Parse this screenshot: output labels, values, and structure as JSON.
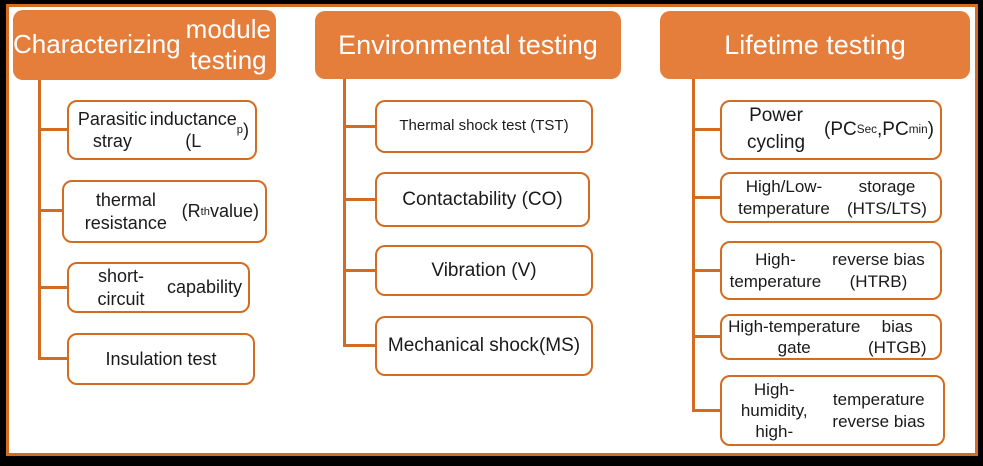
{
  "diagram": {
    "colors": {
      "accent_fill": "#E57D3B",
      "accent_line": "#D36C20",
      "frame_outer": "#000000",
      "panel_background": "#FFFFFF",
      "header_text": "#FFFFFF",
      "node_text": "#1A1A1A"
    },
    "columns": [
      {
        "title": "Characterizing module testing",
        "title_segments": [
          {
            "t": "Characterizing"
          },
          {
            "br": true
          },
          {
            "t": "module testing"
          }
        ],
        "children": [
          {
            "text": "Parasitic stray inductance (Lp)",
            "segments": [
              {
                "t": "Parasitic stray"
              },
              {
                "br": true
              },
              {
                "t": "inductance (L"
              },
              {
                "t": "p",
                "sub": true
              },
              {
                "t": ")"
              }
            ]
          },
          {
            "text": "thermal resistance (Rth value)",
            "segments": [
              {
                "t": "thermal resistance"
              },
              {
                "br": true
              },
              {
                "t": "(R"
              },
              {
                "t": "th",
                "sub": true
              },
              {
                "t": " value)"
              }
            ]
          },
          {
            "text": "short-circuit capability",
            "segments": [
              {
                "t": "short-circuit"
              },
              {
                "br": true
              },
              {
                "t": "capability"
              }
            ]
          },
          {
            "text": "Insulation test",
            "segments": [
              {
                "t": "Insulation test"
              }
            ]
          }
        ]
      },
      {
        "title": "Environmental testing",
        "title_segments": [
          {
            "t": "Environmental testing"
          }
        ],
        "children": [
          {
            "text": "Thermal shock test (TST)",
            "segments": [
              {
                "t": "Thermal shock test (TST)"
              }
            ]
          },
          {
            "text": "Contactability (CO)",
            "segments": [
              {
                "t": "Contactability (CO)"
              }
            ]
          },
          {
            "text": "Vibration (V)",
            "segments": [
              {
                "t": "Vibration (V)"
              }
            ]
          },
          {
            "text": "Mechanical shock (MS)",
            "segments": [
              {
                "t": "Mechanical shock"
              },
              {
                "br": true
              },
              {
                "t": "(MS)"
              }
            ]
          }
        ]
      },
      {
        "title": "Lifetime testing",
        "title_segments": [
          {
            "t": "Lifetime testing"
          }
        ],
        "children": [
          {
            "text": "Power cycling (PCSec,PCmin)",
            "segments": [
              {
                "t": "Power cycling"
              },
              {
                "br": true
              },
              {
                "t": "(PC"
              },
              {
                "t": "Sec",
                "sub": true
              },
              {
                "t": ",PC"
              },
              {
                "t": "min",
                "sub": true
              },
              {
                "t": ")"
              }
            ]
          },
          {
            "text": "High/Low-temperature storage (HTS/LTS)",
            "segments": [
              {
                "t": "High/Low-temperature"
              },
              {
                "br": true
              },
              {
                "t": "storage (HTS/LTS)"
              }
            ]
          },
          {
            "text": "High-temperature reverse bias (HTRB)",
            "segments": [
              {
                "t": "High-temperature"
              },
              {
                "br": true
              },
              {
                "t": "reverse bias (HTRB)"
              }
            ]
          },
          {
            "text": "High-temperature gate bias (HTGB)",
            "segments": [
              {
                "t": "High-temperature gate"
              },
              {
                "br": true
              },
              {
                "t": "bias (HTGB)"
              }
            ]
          },
          {
            "text": "High-humidity, high-temperature reverse bias",
            "segments": [
              {
                "t": "High-humidity, high-"
              },
              {
                "br": true
              },
              {
                "t": "temperature reverse bias"
              }
            ]
          }
        ]
      }
    ]
  }
}
